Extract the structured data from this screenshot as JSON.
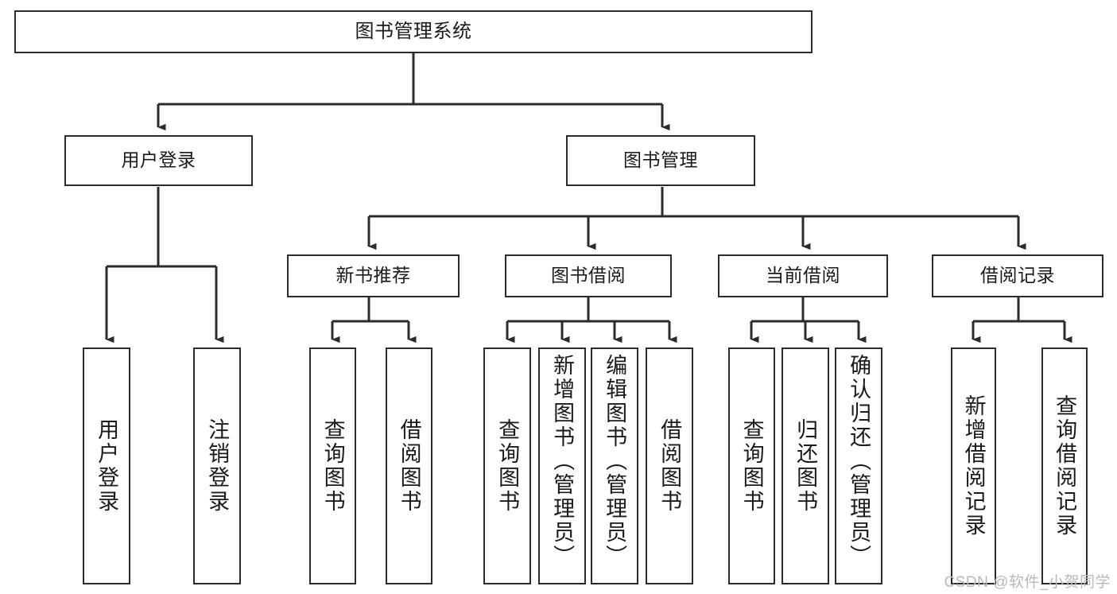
{
  "diagram": {
    "title": "图书管理系统",
    "type": "tree-hierarchy-chart",
    "colors": {
      "background": "#ffffff",
      "node_border": "#2b2b2b",
      "node_fill": "#ffffff",
      "edge": "#2b2b2b",
      "text": "#1a1a1a",
      "watermark": "#b9b9b9"
    },
    "root": {
      "label": "图书管理系统"
    },
    "level1": [
      {
        "label": "用户登录"
      },
      {
        "label": "图书管理"
      }
    ],
    "level2": [
      {
        "label": "新书推荐"
      },
      {
        "label": "图书借阅"
      },
      {
        "label": "当前借阅"
      },
      {
        "label": "借阅记录"
      }
    ],
    "leaves": {
      "user_login": [
        {
          "label": "用户登录"
        },
        {
          "label": "注销登录"
        }
      ],
      "new_book_recommend": [
        {
          "label": "查询图书"
        },
        {
          "label": "借阅图书"
        }
      ],
      "book_borrow": [
        {
          "label": "查询图书"
        },
        {
          "label": "新增图书（管理员）"
        },
        {
          "label": "编辑图书（管理员）"
        },
        {
          "label": "借阅图书"
        }
      ],
      "current_borrow": [
        {
          "label": "查询图书"
        },
        {
          "label": "归还图书"
        },
        {
          "label": "确认归还（管理员）"
        }
      ],
      "borrow_record": [
        {
          "label": "新增借阅记录"
        },
        {
          "label": "查询借阅记录"
        }
      ]
    }
  },
  "watermark": {
    "text": "CSDN @软件_小贺同学"
  }
}
